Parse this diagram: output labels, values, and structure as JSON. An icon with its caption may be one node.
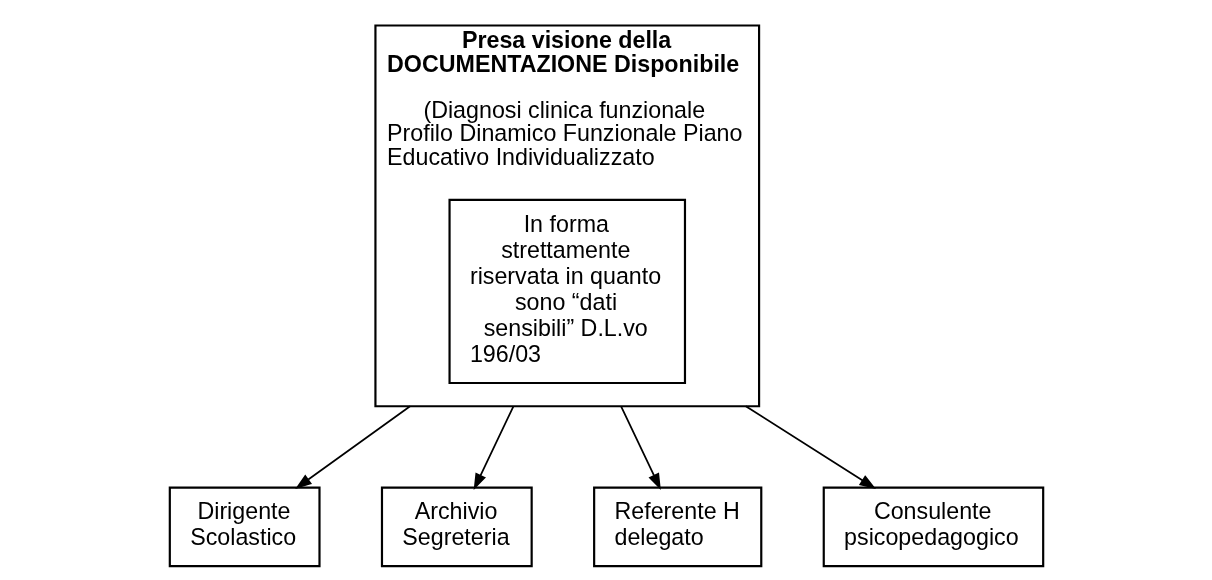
{
  "diagram": {
    "nodes": [
      {
        "text": [
          "Presa visione della DOCUMENTAZIONE Disponibile",
          "(Diagnosi clinica funzionale Profilo Dinamico Funzionale Piano Educativo Individualizzato"
        ]
      },
      {
        "text": [
          "In forma strettamente riservata in quanto sono “dati sensibili” D.L.vo 196/03"
        ],
        "in": 0
      },
      {
        "text": [
          "Dirigente Scolastico"
        ]
      },
      {
        "text": [
          "Archivio Segreteria"
        ]
      },
      {
        "text": [
          "Referente H delegato"
        ]
      },
      {
        "text": [
          "Consulente psicopedagogico"
        ]
      }
    ],
    "edges": [
      {
        "from": 0,
        "to": 2,
        "arrow": "to"
      },
      {
        "from": 0,
        "to": 3,
        "arrow": "to"
      },
      {
        "from": 0,
        "to": 4,
        "arrow": "to"
      },
      {
        "from": 0,
        "to": 5,
        "arrow": "to"
      }
    ]
  }
}
